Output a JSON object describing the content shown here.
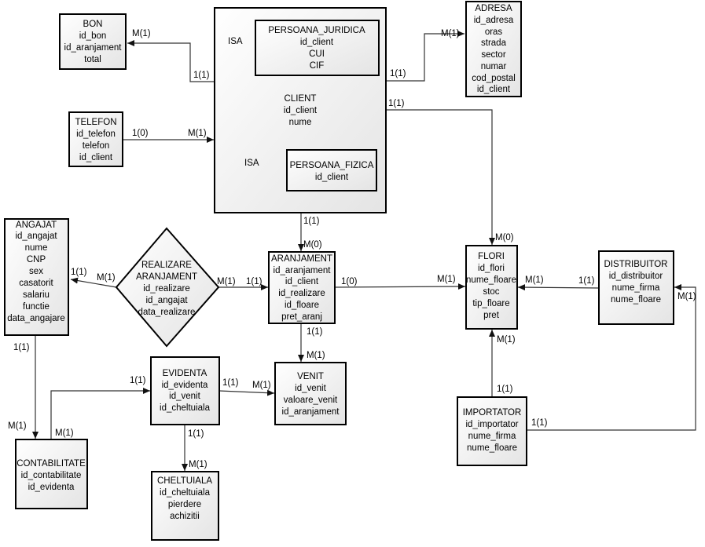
{
  "entities": {
    "bon": {
      "title": "BON",
      "attrs": [
        "id_bon",
        "id_aranjament",
        "total"
      ]
    },
    "telefon": {
      "title": "TELEFON",
      "attrs": [
        "id_telefon",
        "telefon",
        "id_client"
      ]
    },
    "client": {
      "title": "CLIENT",
      "attrs": [
        "id_client",
        "nume"
      ]
    },
    "persoana_juridica": {
      "title": "PERSOANA_JURIDICA",
      "attrs": [
        "id_client",
        "CUI",
        "CIF"
      ]
    },
    "persoana_fizica": {
      "title": "PERSOANA_FIZICA",
      "attrs": [
        "id_client"
      ]
    },
    "adresa": {
      "title": "ADRESA",
      "attrs": [
        "id_adresa",
        "oras",
        "strada",
        "sector",
        "numar",
        "cod_postal",
        "id_client"
      ]
    },
    "angajat": {
      "title": "ANGAJAT",
      "attrs": [
        "id_angajat",
        "nume",
        "CNP",
        "sex",
        "casatorit",
        "salariu",
        "functie",
        "data_angajare"
      ]
    },
    "aranjament": {
      "title": "ARANJAMENT",
      "attrs": [
        "id_aranjament",
        "id_client",
        "id_realizare",
        "id_floare",
        "pret_aranj"
      ]
    },
    "flori": {
      "title": "FLORI",
      "attrs": [
        "id_flori",
        "nume_floare",
        "stoc",
        "tip_floare",
        "pret"
      ]
    },
    "distribuitor": {
      "title": "DISTRIBUITOR",
      "attrs": [
        "id_distribuitor",
        "nume_firma",
        "nume_floare"
      ]
    },
    "evidenta": {
      "title": "EVIDENTA",
      "attrs": [
        "id_evidenta",
        "id_venit",
        "id_cheltuiala"
      ]
    },
    "venit": {
      "title": "VENIT",
      "attrs": [
        "id_venit",
        "valoare_venit",
        "id_aranjament"
      ]
    },
    "contabilitate": {
      "title": "CONTABILITATE",
      "attrs": [
        "id_contabilitate",
        "id_evidenta"
      ]
    },
    "cheltuiala": {
      "title": "CHELTUIALA",
      "attrs": [
        "id_cheltuiala",
        "pierdere",
        "achizitii"
      ]
    },
    "importator": {
      "title": "IMPORTATOR",
      "attrs": [
        "id_importator",
        "nume_firma",
        "nume_floare"
      ]
    }
  },
  "relationship": {
    "title": [
      "REALIZARE",
      "ARANJAMENT"
    ],
    "attrs": [
      "id_realizare",
      "id_angajat",
      "data_realizare"
    ]
  },
  "isa_labels": {
    "juridica": "ISA",
    "fizica": "ISA"
  },
  "cardinalities": {
    "bon_m": "M(1)",
    "bon_1": "1(1)",
    "adresa_m": "M(1)",
    "adresa_1": "1(1)",
    "flori_client_1": "1(1)",
    "flori_client_m": "M(0)",
    "tel_1": "1(0)",
    "tel_m": "M(1)",
    "clar_1": "1(1)",
    "clar_m": "M(0)",
    "ang_rel_1": "1(1)",
    "ang_rel_m": "M(1)",
    "rel_ar_m": "M(1)",
    "rel_ar_1": "1(1)",
    "ar_fl_1": "1(0)",
    "ar_fl_m": "M(1)",
    "dist_fl_m": "M(1)",
    "dist_fl_1": "1(1)",
    "ar_ven_1": "1(1)",
    "ar_ven_m": "M(1)",
    "ev_ven_1": "1(1)",
    "ev_ven_m": "M(1)",
    "ang_cont_1": "1(1)",
    "ang_cont_m": "M(1)",
    "cont_ev_m": "M(1)",
    "cont_ev_1": "1(1)",
    "ev_ch_1": "1(1)",
    "ev_ch_m": "M(1)",
    "imp_fl_1": "1(1)",
    "imp_fl_m": "M(1)",
    "imp_dist_1": "1(1)",
    "imp_dist_m": "M(1)"
  }
}
